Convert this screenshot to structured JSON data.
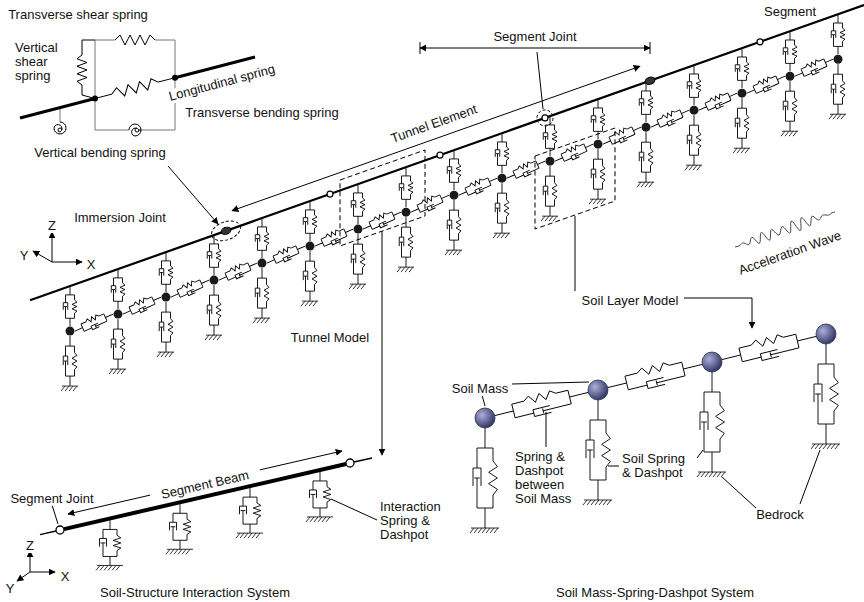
{
  "diagram": {
    "labels": [
      "Transverse shear spring",
      "Vertical shear spring",
      "Longitudinal spring",
      "Transverse bending spring",
      "Vertical bending spring",
      "Z",
      "Y",
      "X",
      "Immersion Joint",
      "Tunnel Element",
      "Segment Joint",
      "Segment",
      "Acceleration Wave",
      "Soil Layer Model",
      "Tunnel Model",
      "Segment Joint",
      "Segment Beam",
      "Interaction Spring & Dashpot",
      "Z",
      "Y",
      "X",
      "Soil-Structure Interaction System",
      "Soil Mass",
      "Spring & Dashpot between Soil Mass",
      "Soil Spring & Dashpot",
      "Bedrock",
      "Soil Mass-Spring-Dashpot System"
    ]
  }
}
